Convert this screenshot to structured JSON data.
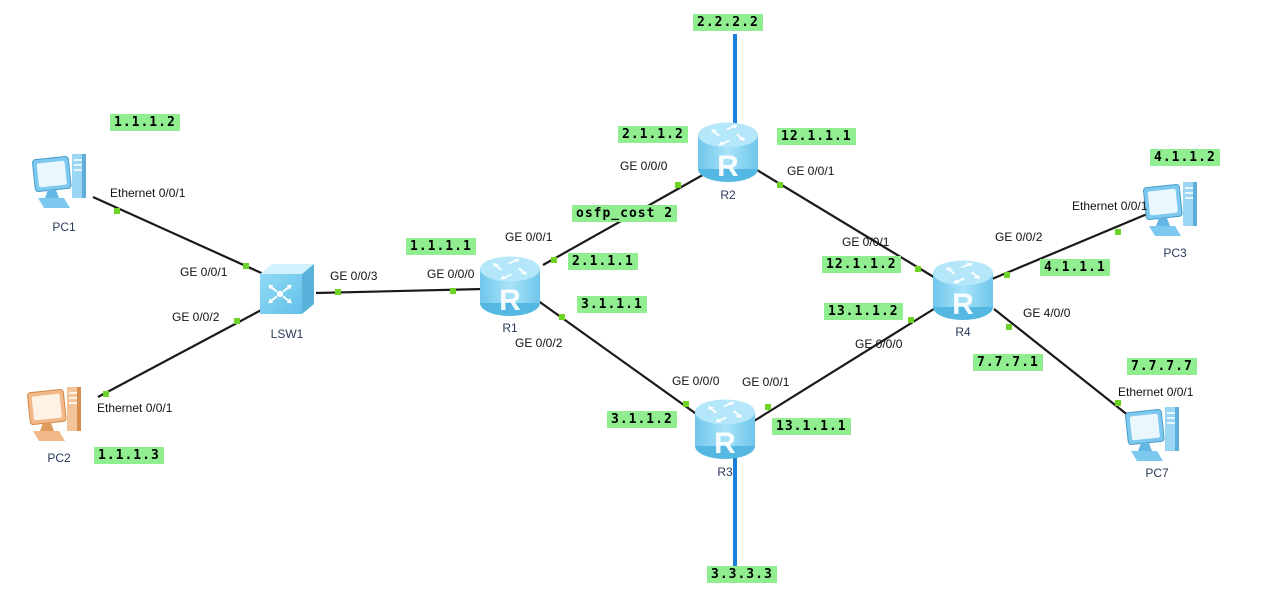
{
  "app": {
    "view": "network-topology-canvas"
  },
  "colors": {
    "background": "#ffffff",
    "ip_label_bg": "#90EE90",
    "ip_label_text": "#000000",
    "port_label_text": "#111111",
    "device_name_text": "#2b3a5c",
    "link_line": "#1a1a1a",
    "loopback_line": "#1b7fe0",
    "connector_dot": "#6fd327",
    "device_blue": "#7cc8ef",
    "device_orange": "#f2b887"
  },
  "icon_letters": {
    "router": "R"
  },
  "devices": [
    {
      "name": "PC1",
      "type": "pc",
      "icon": "pc-icon"
    },
    {
      "name": "PC2",
      "type": "pc",
      "icon": "pc-icon"
    },
    {
      "name": "LSW1",
      "type": "switch",
      "icon": "switch-icon"
    },
    {
      "name": "R1",
      "type": "router",
      "icon": "router-icon"
    },
    {
      "name": "R2",
      "type": "router",
      "icon": "router-icon"
    },
    {
      "name": "R3",
      "type": "router",
      "icon": "router-icon"
    },
    {
      "name": "R4",
      "type": "router",
      "icon": "router-icon"
    },
    {
      "name": "PC3",
      "type": "pc",
      "icon": "pc-icon"
    },
    {
      "name": "PC7",
      "type": "pc",
      "icon": "pc-icon"
    }
  ],
  "port_labels": [
    {
      "device": "PC1",
      "text": "Ethernet 0/0/1"
    },
    {
      "device": "PC2",
      "text": "Ethernet 0/0/1"
    },
    {
      "device": "LSW1",
      "text": "GE 0/0/1"
    },
    {
      "device": "LSW1",
      "text": "GE 0/0/2"
    },
    {
      "device": "LSW1",
      "text": "GE 0/0/3"
    },
    {
      "device": "R1",
      "text": "GE 0/0/0"
    },
    {
      "device": "R1",
      "text": "GE 0/0/1"
    },
    {
      "device": "R1",
      "text": "GE 0/0/2"
    },
    {
      "device": "R2",
      "text": "GE 0/0/0"
    },
    {
      "device": "R2",
      "text": "GE 0/0/1"
    },
    {
      "device": "R3",
      "text": "GE 0/0/0"
    },
    {
      "device": "R3",
      "text": "GE 0/0/1"
    },
    {
      "device": "R4",
      "text": "GE 0/0/1"
    },
    {
      "device": "R4",
      "text": "GE 0/0/2"
    },
    {
      "device": "R4",
      "text": "GE 0/0/0"
    },
    {
      "device": "R4",
      "text": "GE 4/0/0"
    },
    {
      "device": "PC3",
      "text": "Ethernet 0/0/1"
    },
    {
      "device": "PC7",
      "text": "Ethernet 0/0/1"
    }
  ],
  "ip_labels": [
    {
      "text": "1.1.1.2"
    },
    {
      "text": "1.1.1.3"
    },
    {
      "text": "1.1.1.1"
    },
    {
      "text": "2.1.1.1"
    },
    {
      "text": "3.1.1.1"
    },
    {
      "text": "2.2.2.2"
    },
    {
      "text": "2.1.1.2"
    },
    {
      "text": "12.1.1.1"
    },
    {
      "text": "12.1.1.2"
    },
    {
      "text": "13.1.1.2"
    },
    {
      "text": "3.1.1.2"
    },
    {
      "text": "13.1.1.1"
    },
    {
      "text": "3.3.3.3"
    },
    {
      "text": "4.1.1.2"
    },
    {
      "text": "4.1.1.1"
    },
    {
      "text": "7.7.7.1"
    },
    {
      "text": "7.7.7.7"
    }
  ],
  "annotations": [
    {
      "text": "osfp_cost 2"
    }
  ],
  "links": [
    {
      "from": "PC1:Ethernet 0/0/1",
      "to": "LSW1:GE 0/0/1",
      "style": "ethernet"
    },
    {
      "from": "PC2:Ethernet 0/0/1",
      "to": "LSW1:GE 0/0/2",
      "style": "ethernet"
    },
    {
      "from": "LSW1:GE 0/0/3",
      "to": "R1:GE 0/0/0",
      "style": "ethernet"
    },
    {
      "from": "R1:GE 0/0/1",
      "to": "R2:GE 0/0/0",
      "style": "ethernet",
      "note": "osfp_cost 2"
    },
    {
      "from": "R1:GE 0/0/2",
      "to": "R3:GE 0/0/0",
      "style": "ethernet"
    },
    {
      "from": "R2:GE 0/0/1",
      "to": "R4:GE 0/0/1",
      "style": "ethernet"
    },
    {
      "from": "R3:GE 0/0/1",
      "to": "R4:GE 0/0/0",
      "style": "ethernet"
    },
    {
      "from": "R4:GE 0/0/2",
      "to": "PC3:Ethernet 0/0/1",
      "style": "ethernet"
    },
    {
      "from": "R4:GE 4/0/0",
      "to": "PC7:Ethernet 0/0/1",
      "style": "ethernet"
    },
    {
      "from": "R2",
      "to": "2.2.2.2",
      "style": "loopback"
    },
    {
      "from": "R3",
      "to": "3.3.3.3",
      "style": "loopback"
    }
  ]
}
